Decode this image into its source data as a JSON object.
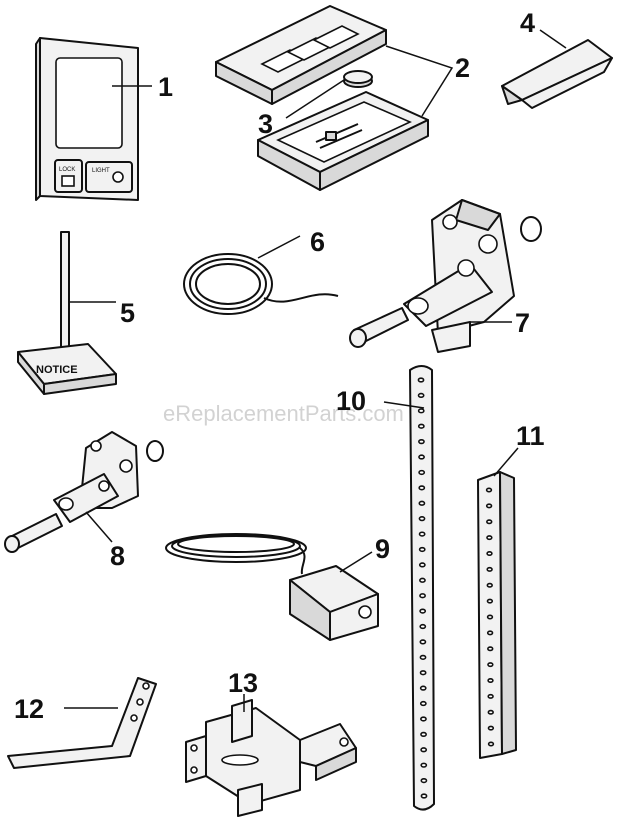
{
  "watermark": "eReplacementParts.com",
  "notice_text": "NOTICE",
  "control_labels": {
    "left": "LOCK",
    "right": "LIGHT"
  },
  "callouts": {
    "p1": "1",
    "p2": "2",
    "p3": "3",
    "p4": "4",
    "p5": "5",
    "p6": "6",
    "p7": "7",
    "p8": "8",
    "p9": "9",
    "p10": "10",
    "p11": "11",
    "p12": "12",
    "p13": "13"
  }
}
